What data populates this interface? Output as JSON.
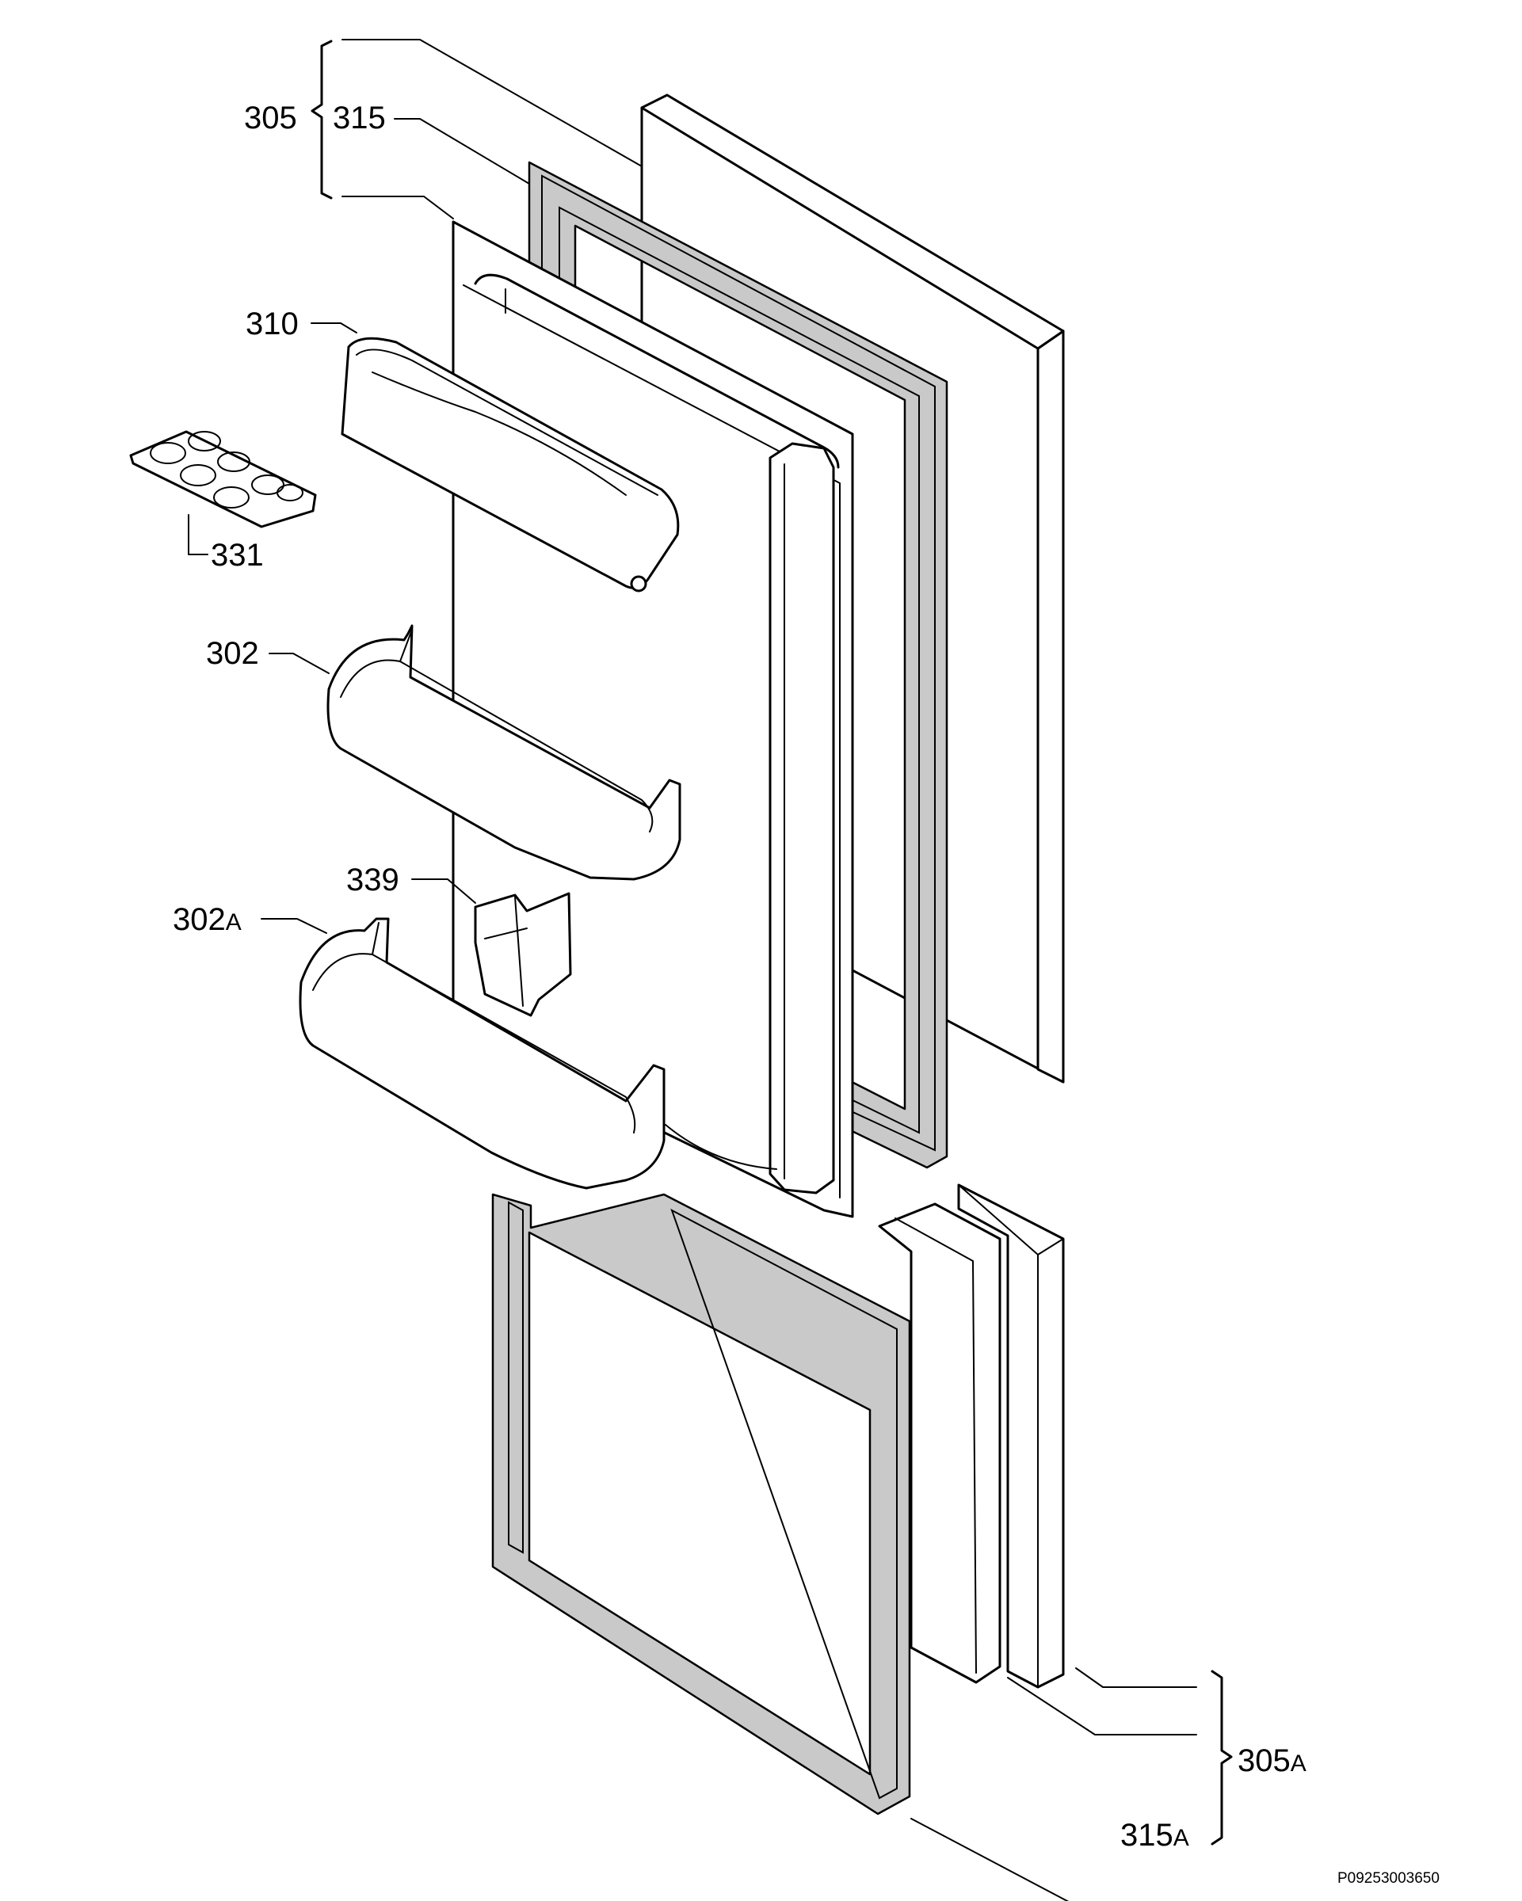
{
  "labels": {
    "l305": "305",
    "l315": "315",
    "l310": "310",
    "l331": "331",
    "l302": "302",
    "l339": "339",
    "l302a_num": "302",
    "l302a_suffix": "A",
    "l305a_num": "305",
    "l305a_suffix": "A",
    "l315a_num": "315",
    "l315a_suffix": "A"
  },
  "reference_code": "P09253003650"
}
